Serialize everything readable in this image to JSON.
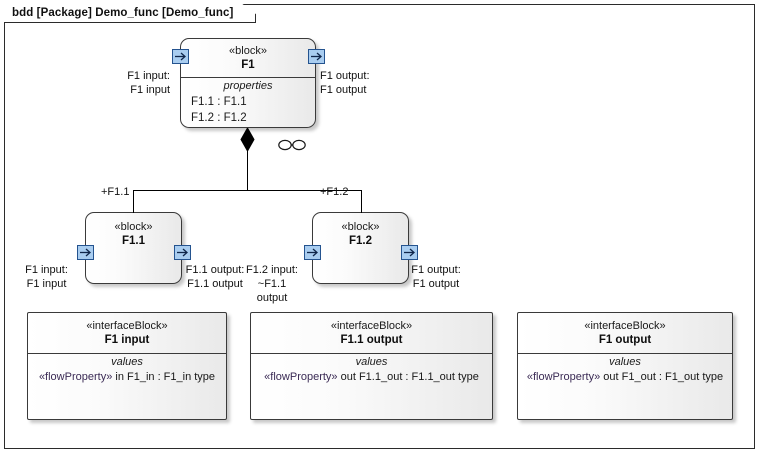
{
  "diagram": {
    "frame_label": "bdd [Package] Demo_func [Demo_func]",
    "kind": "bdd",
    "package": "Demo_func"
  },
  "blocks": {
    "f1": {
      "stereotype": "«block»",
      "name": "F1",
      "compartment_title": "properties",
      "properties": [
        "F1.1 : F1.1",
        "F1.2 : F1.2"
      ],
      "link_icon": "chain-link-icon",
      "ports": {
        "input": {
          "icon": "arrow-right-icon",
          "label_line1": "F1 input:",
          "label_line2": "F1 input"
        },
        "output": {
          "icon": "arrow-right-icon",
          "label_line1": "F1 output:",
          "label_line2": "F1 output"
        }
      }
    },
    "f11": {
      "stereotype": "«block»",
      "name": "F1.1",
      "role_label": "+F1.1",
      "ports": {
        "input": {
          "icon": "arrow-right-icon",
          "label_line1": "F1 input:",
          "label_line2": "F1 input"
        },
        "output": {
          "icon": "arrow-right-icon",
          "label_line1": "F1.1 output:",
          "label_line2": "F1.1 output"
        }
      }
    },
    "f12": {
      "stereotype": "«block»",
      "name": "F1.2",
      "role_label": "+F1.2",
      "ports": {
        "input": {
          "icon": "arrow-right-icon",
          "label_line1": "F1.2 input:",
          "label_line2": "~F1.1",
          "label_line3": "output"
        },
        "output": {
          "icon": "arrow-right-icon",
          "label_line1": "F1 output:",
          "label_line2": "F1 output"
        }
      }
    }
  },
  "interface_blocks": [
    {
      "stereotype": "«interfaceBlock»",
      "name": "F1 input",
      "compartment_title": "values",
      "flow_stereotype": "«flowProperty»",
      "flow_property": "in F1_in : F1_in type"
    },
    {
      "stereotype": "«interfaceBlock»",
      "name": "F1.1 output",
      "compartment_title": "values",
      "flow_stereotype": "«flowProperty»",
      "flow_property": "out F1.1_out : F1.1_out type"
    },
    {
      "stereotype": "«interfaceBlock»",
      "name": "F1 output",
      "compartment_title": "values",
      "flow_stereotype": "«flowProperty»",
      "flow_property": "out F1_out : F1_out type"
    }
  ],
  "colors": {
    "port_fill": "#a9cdf0",
    "port_border": "#24538f",
    "block_border": "#3a3a3a",
    "connector": "#000000",
    "canvas": "#ffffff"
  }
}
